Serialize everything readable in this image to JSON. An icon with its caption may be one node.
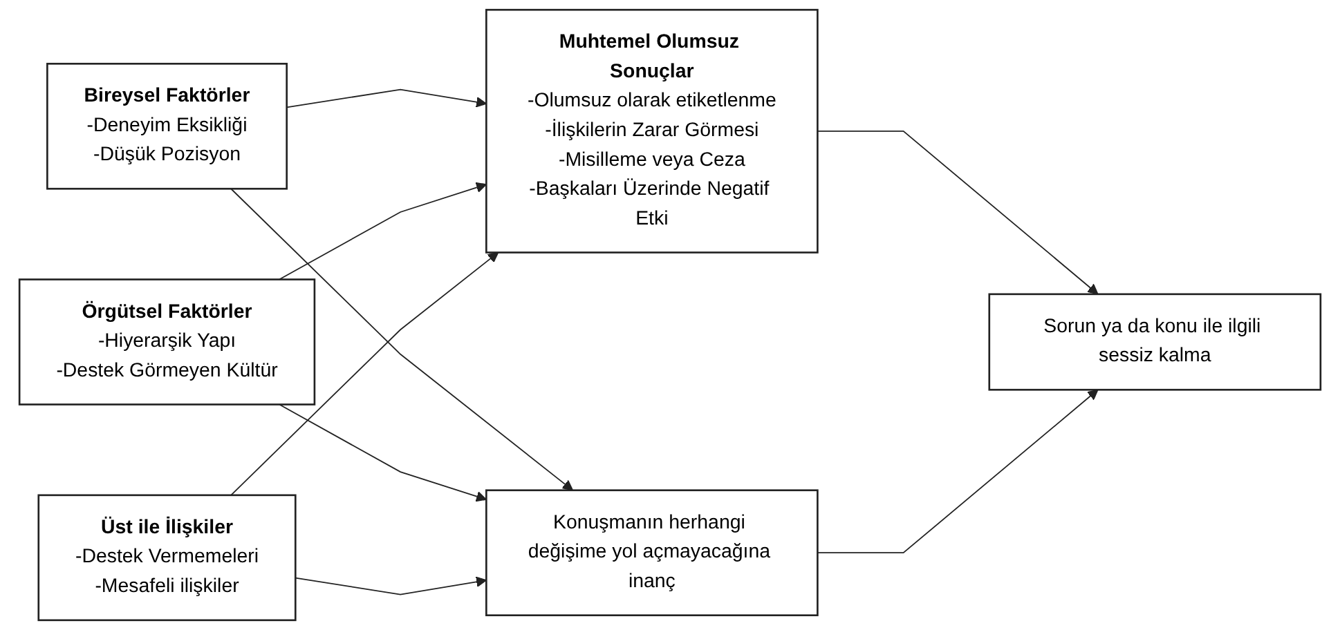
{
  "diagram": {
    "nodes": [
      {
        "text": [
          "Bireysel Faktörler",
          "-Deneyim Eksikliği",
          "-Düşük Pozisyon"
        ]
      },
      {
        "text": [
          "Örgütsel Faktörler",
          "-Hiyerarşik Yapı",
          "-Destek Görmeyen Kültür"
        ]
      },
      {
        "text": [
          "Üst ile İlişkiler",
          "-Destek Vermemeleri",
          "-Mesafeli ilişkiler"
        ]
      },
      {
        "text": [
          "Muhtemel Olumsuz Sonuçlar",
          "-Olumsuz olarak etiketlenme",
          "-İlişkilerin Zarar Görmesi",
          "-Misilleme veya Ceza",
          "-Başkaları Üzerinde Negatif Etki"
        ]
      },
      {
        "text": [
          "Konuşmanın herhangi değişime yol açmayacağına inanç"
        ]
      },
      {
        "text": [
          "Sorun ya da konu ile ilgili sessiz kalma"
        ]
      }
    ],
    "edges": [
      {
        "from": 0,
        "to": 3,
        "arrow": "to"
      },
      {
        "from": 1,
        "to": 3,
        "arrow": "to"
      },
      {
        "from": 2,
        "to": 3,
        "arrow": "to"
      },
      {
        "from": 0,
        "to": 4,
        "arrow": "to"
      },
      {
        "from": 1,
        "to": 4,
        "arrow": "to"
      },
      {
        "from": 2,
        "to": 4,
        "arrow": "to"
      },
      {
        "from": 3,
        "to": 5,
        "arrow": "to"
      },
      {
        "from": 4,
        "to": 5,
        "arrow": "to"
      }
    ]
  }
}
